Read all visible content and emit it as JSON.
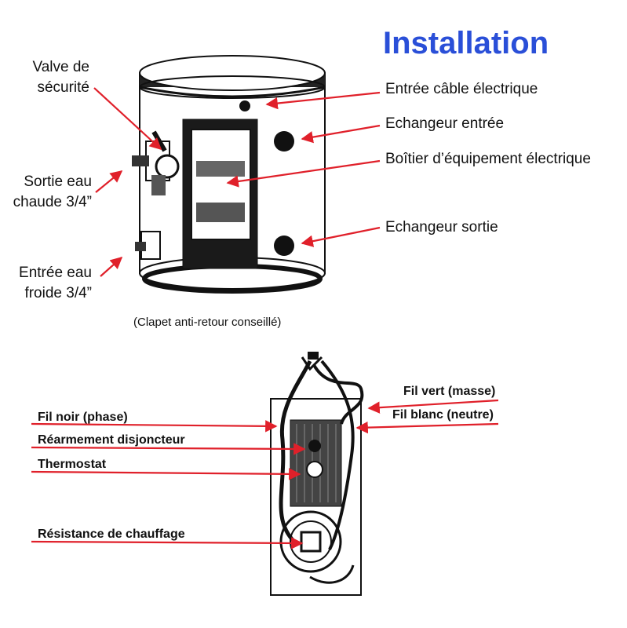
{
  "title": "Installation",
  "top_labels": {
    "valve": "Valve de\nsécurité",
    "hot_out": "Sortie eau\nchaude 3/4”",
    "cold_in": "Entrée eau\nfroide 3/4”",
    "cable_in": "Entrée câble électrique",
    "exch_in": "Echangeur entrée",
    "box": "Boîtier d’équipement électrique",
    "exch_out": "Echangeur sortie",
    "caption": "(Clapet anti-retour conseillé)"
  },
  "bottom_labels": {
    "green": "Fil vert (masse)",
    "white": "Fil blanc (neutre)",
    "black": "Fil noir (phase)",
    "reset": "Réarmement disjoncteur",
    "thermostat": "Thermostat",
    "heater": "Résistance de chauffage"
  },
  "colors": {
    "title": "#2a4fd8",
    "arrow": "#e0202a"
  }
}
